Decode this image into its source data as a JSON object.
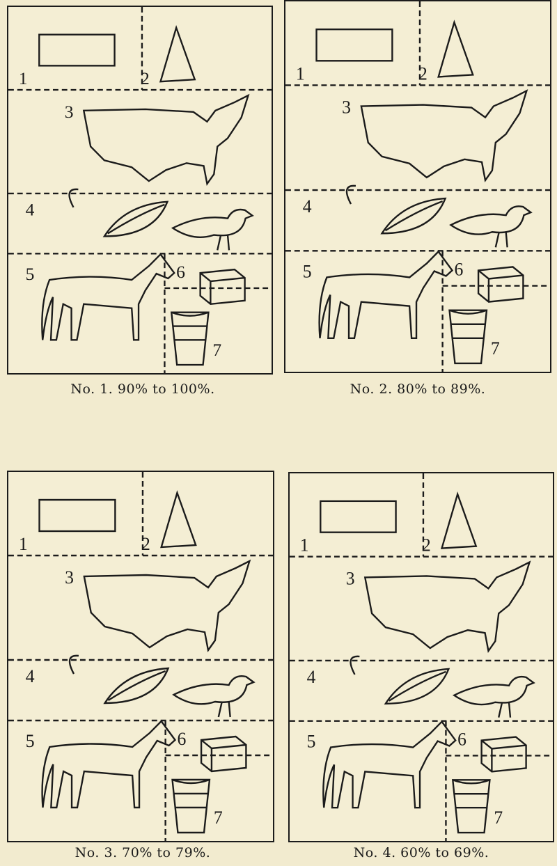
{
  "figures": [
    {
      "caption": "No. 1. 90% to 100%.",
      "labels": [
        "1",
        "2",
        "3",
        "4",
        "5",
        "6",
        "7"
      ]
    },
    {
      "caption": "No. 2. 80% to 89%.",
      "labels": [
        "1",
        "2",
        "3",
        "4",
        "5",
        "6",
        "7"
      ]
    },
    {
      "caption": "No. 3. 70% to 79%.",
      "labels": [
        "1",
        "2",
        "3",
        "4",
        "5",
        "6",
        "7"
      ]
    },
    {
      "caption": "No. 4. 60% to 69%.",
      "labels": [
        "1",
        "2",
        "3",
        "4",
        "5",
        "6",
        "7"
      ]
    }
  ],
  "colors": {
    "paper": "#f2ebcf",
    "ink": "#1b1b1b"
  }
}
